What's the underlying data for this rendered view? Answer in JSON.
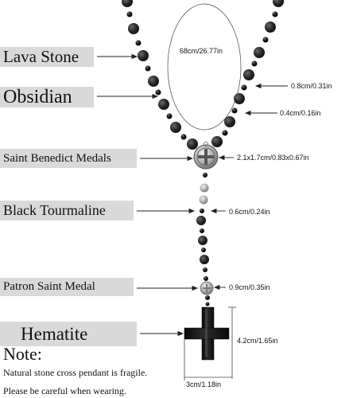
{
  "labels": {
    "lava_stone": "Lava Stone",
    "obsidian": "Obsidian",
    "saint_benedict": "Saint Benedict Medals",
    "black_tourmaline": "Black Tourmaline",
    "patron_saint": "Patron Saint Medal",
    "hematite": "Hematite"
  },
  "measurements": {
    "length": "68cm/26.77in",
    "large_bead": "0.8cm/0.31in",
    "small_bead": "0.4cm/0.16in",
    "benedict_medal": "2.1x1.7cm/0.83x0.67in",
    "tourmaline_bead": "0.6cm/0.24in",
    "patron_medal": "0.9cm/0.35in",
    "cross_length": "4.2cm/1.65in",
    "cross_width": "3cm/1.18in"
  },
  "note": {
    "title": "Note:",
    "line1": "Natural stone cross pendant is fragile.",
    "line2": "Please be careful when wearing."
  },
  "colors": {
    "label_background": "#d9d9d9",
    "bead_black": "#1c1c1c",
    "metal_silver": "#b9b9b9"
  }
}
